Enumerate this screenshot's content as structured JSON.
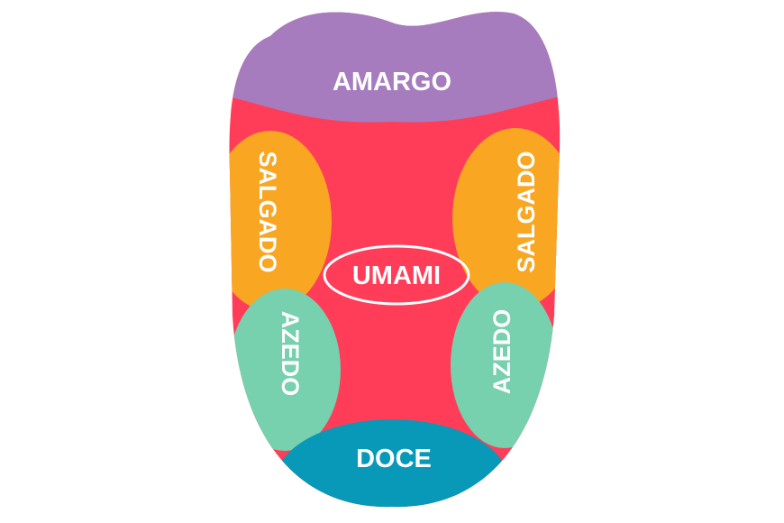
{
  "diagram": {
    "zones": {
      "bitter": {
        "label": "AMARGO",
        "color": "#A67CBE"
      },
      "salty_left": {
        "label": "SALGADO",
        "color": "#F9A622"
      },
      "salty_right": {
        "label": "SALGADO",
        "color": "#F9A622"
      },
      "umami": {
        "label": "UMAMI",
        "color": "#FF3D58"
      },
      "sour_left": {
        "label": "AZEDO",
        "color": "#77D0AE"
      },
      "sour_right": {
        "label": "AZEDO",
        "color": "#77D0AE"
      },
      "sweet": {
        "label": "DOCE",
        "color": "#0898B8"
      }
    }
  }
}
